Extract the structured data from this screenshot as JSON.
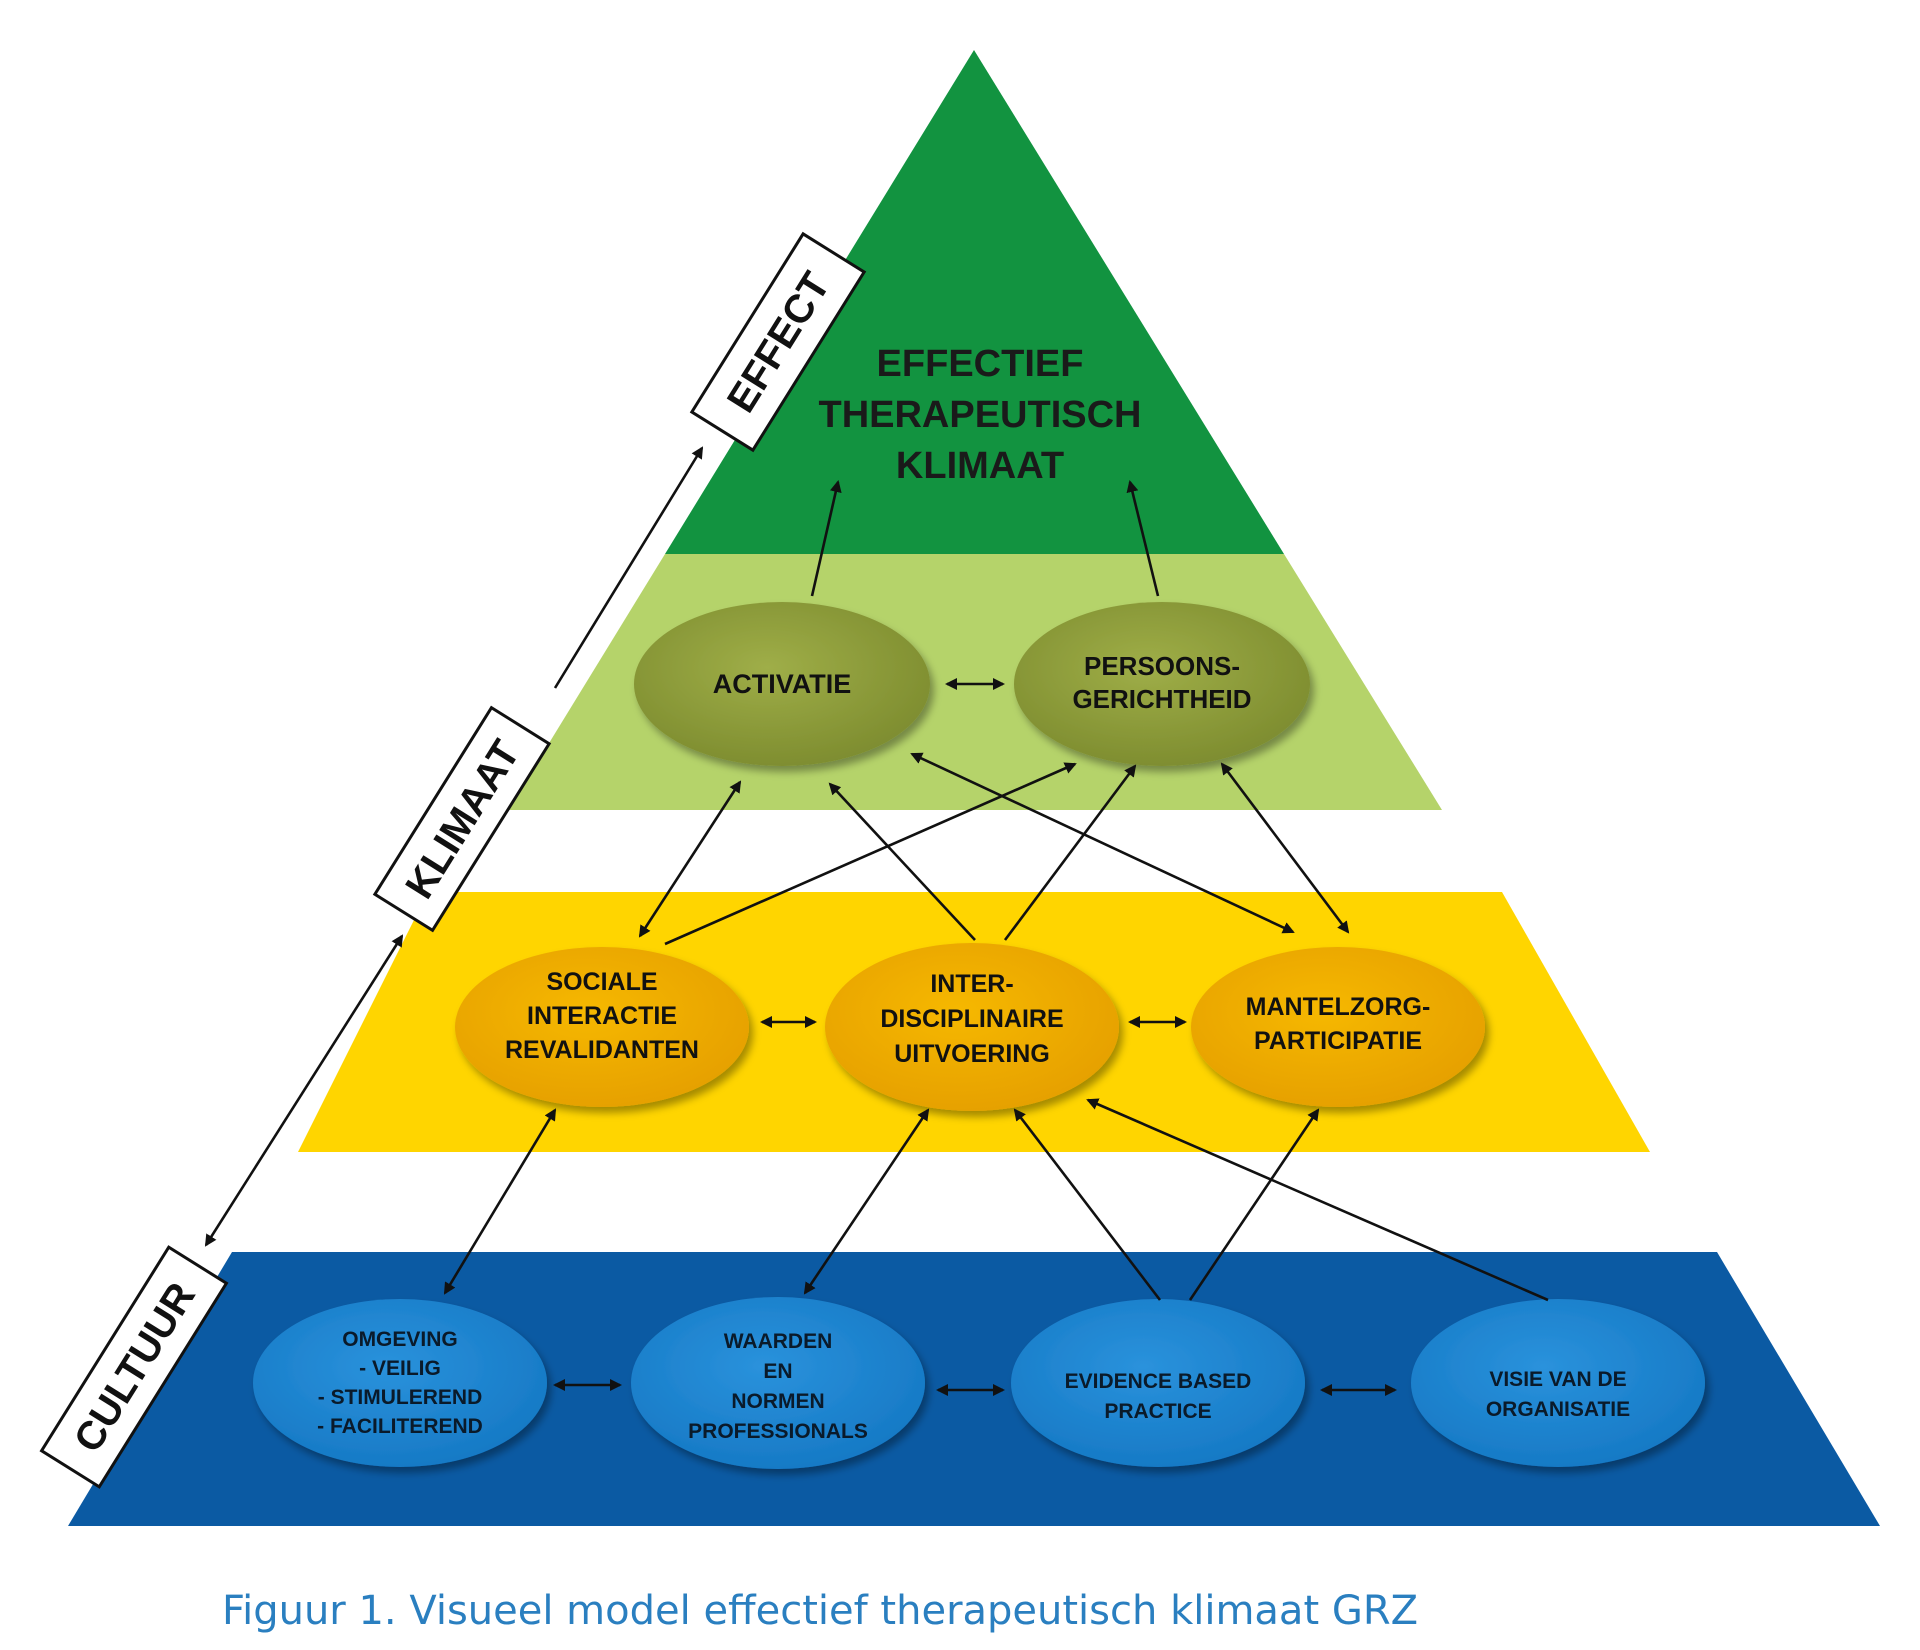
{
  "labels": {
    "effect": "EFFECT",
    "klimaat": "KLIMAAT",
    "cultuur": "CULTUUR"
  },
  "top": {
    "line1": "EFFECTIEF",
    "line2": "THERAPEUTISCH",
    "line3": "KLIMAAT"
  },
  "klimaat_nodes": {
    "activatie": {
      "line1": "ACTIVATIE"
    },
    "persoons": {
      "line1": "PERSOONS-",
      "line2": "GERICHTHEID"
    }
  },
  "proces_nodes": {
    "sociale": {
      "line1": "SOCIALE",
      "line2": "INTERACTIE",
      "line3": "REVALIDANTEN"
    },
    "inter": {
      "line1": "INTER-",
      "line2": "DISCIPLINAIRE",
      "line3": "UITVOERING"
    },
    "mantelzorg": {
      "line1": "MANTELZORG-",
      "line2": "PARTICIPATIE"
    }
  },
  "cultuur_nodes": {
    "omgeving": {
      "line1": "OMGEVING",
      "line2": "- VEILIG",
      "line3": "- STIMULEREND",
      "line4": "- FACILITEREND"
    },
    "waarden": {
      "line1": "WAARDEN",
      "line2": "EN",
      "line3": "NORMEN",
      "line4": "PROFESSIONALS"
    },
    "evidence": {
      "line1": "EVIDENCE BASED",
      "line2": "PRACTICE"
    },
    "visie": {
      "line1": "VISIE VAN DE",
      "line2": "ORGANISATIE"
    }
  },
  "caption": "Figuur 1. Visueel model effectief therapeutisch klimaat GRZ",
  "colors": {
    "green_dark": "#129340",
    "green_light": "#b5d36a",
    "yellow": "#ffd500",
    "blue_dark": "#0b5aa3",
    "ellipse_olive": "#8a9a3a",
    "ellipse_orange": "#f0ac00",
    "ellipse_blue": "#1a82cf",
    "caption_blue": "#2a7fc0"
  }
}
